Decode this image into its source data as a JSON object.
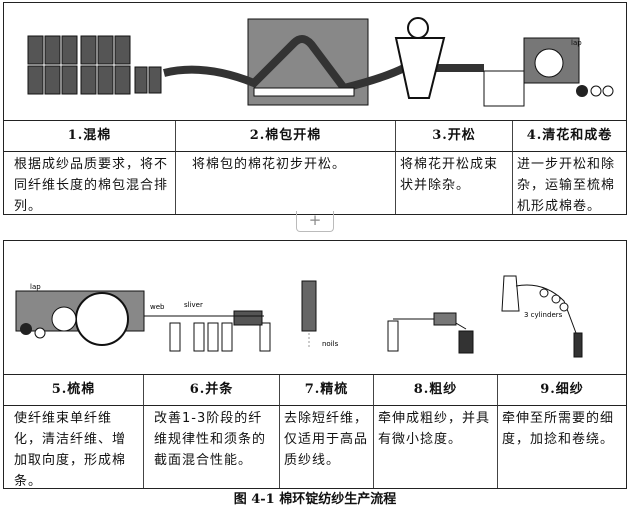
{
  "top": {
    "labels": {
      "lap": "lap"
    },
    "headers": [
      "1.混棉",
      "2.棉包开棉",
      "3.开松",
      "4.清花和成卷"
    ],
    "descriptions": [
      "根据成纱品质要求，将不同纤维长度的棉包混合排列。",
      "将棉包的棉花初步开松。",
      "将棉花开松成束状并除杂。",
      "进一步开松和除杂，运输至梳棉机形成棉卷。"
    ]
  },
  "expand_button": "+",
  "bottom": {
    "labels": {
      "lap": "lap",
      "web": "web",
      "sliver": "sliver",
      "noils": "noils",
      "cylinders": "3 cylinders"
    },
    "headers": [
      "5.梳棉",
      "6.并条",
      "7.精梳",
      "8.粗纱",
      "9.细纱"
    ],
    "descriptions": [
      "使纤维束单纤维化，清洁纤维、增加取向度，形成棉条。",
      "改善1-3阶段的纤维规律性和须条的截面混合性能。",
      "去除短纤维，仅适用于高品质纱线。",
      "牵伸成粗纱，并具有微小捻度。",
      "牵伸至所需要的细度，加捻和卷绕。"
    ]
  },
  "caption": "图 4-1  棉环锭纺纱生产流程"
}
